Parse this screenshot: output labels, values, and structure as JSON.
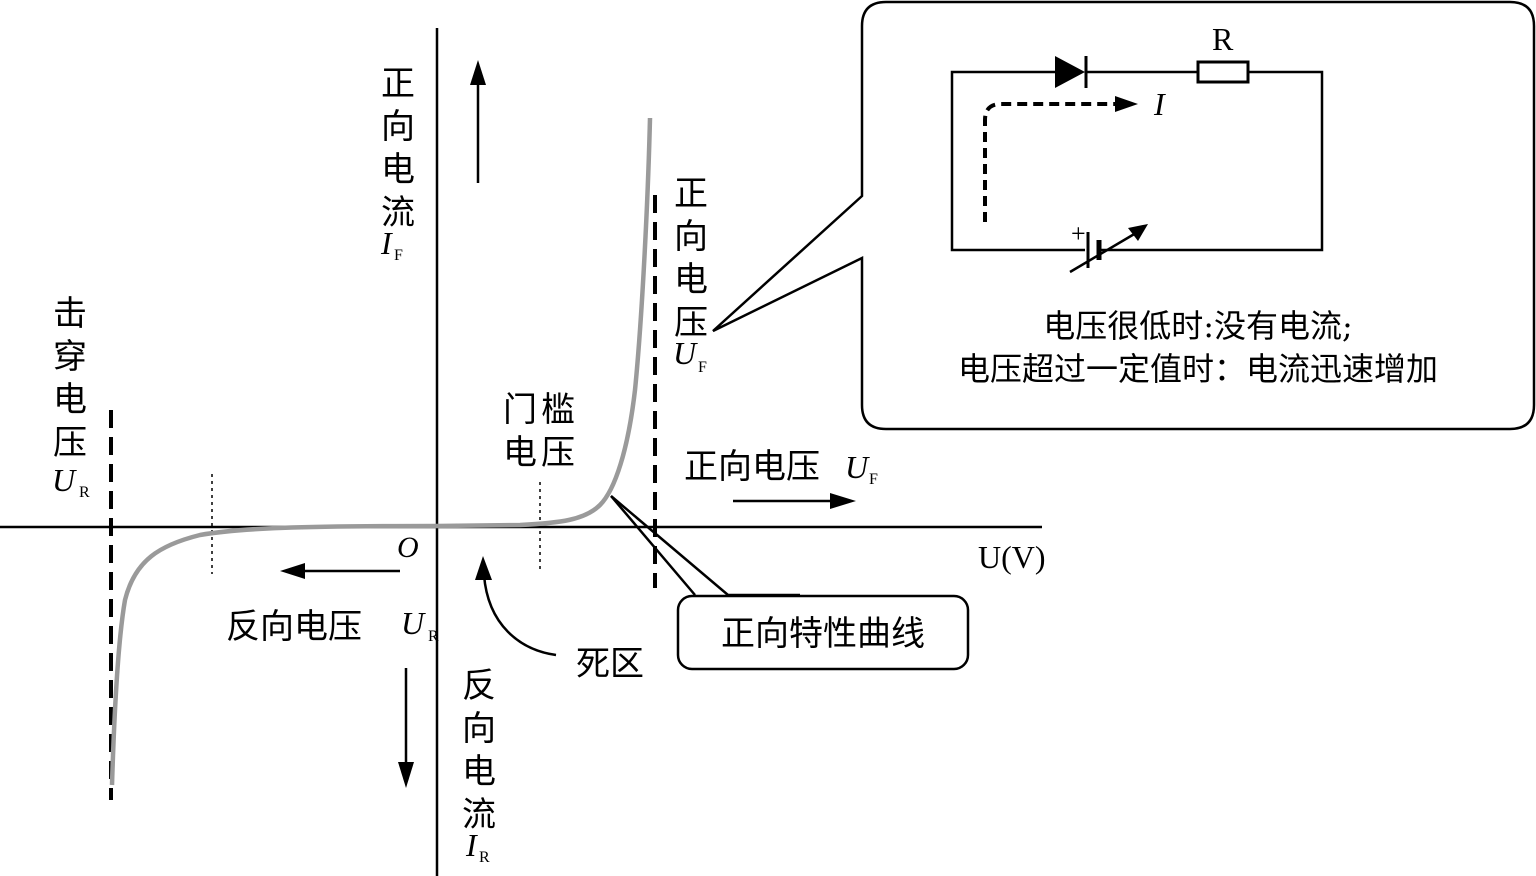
{
  "axes": {
    "origin_label": "O",
    "x_axis_label": "U(V)",
    "forward_current": {
      "text": "正向电流",
      "symbol": "I",
      "sub": "F"
    },
    "reverse_current": {
      "text": "反向电流",
      "symbol": "I",
      "sub": "R"
    },
    "forward_voltage": {
      "text": "正向电压",
      "symbol": "U",
      "sub": "F"
    },
    "reverse_voltage": {
      "text": "反向电压",
      "symbol": "U",
      "sub": "R"
    }
  },
  "labels": {
    "breakdown": {
      "text": "击穿电压",
      "symbol": "U",
      "sub": "R"
    },
    "threshold": {
      "text": "门槛电压"
    },
    "forward_voltage_marker": {
      "text": "正向电压",
      "symbol": "U",
      "sub": "F"
    },
    "dead_zone": "死区",
    "forward_curve_callout": "正向特性曲线"
  },
  "inset": {
    "resistor_label": "R",
    "current_label": "I",
    "battery_plus": "+",
    "caption_line1": "电压很低时:没有电流;",
    "caption_line2": "电压超过一定值时：电流迅速增加"
  },
  "colors": {
    "curve": "#9a9a9a",
    "ink": "#000000"
  }
}
